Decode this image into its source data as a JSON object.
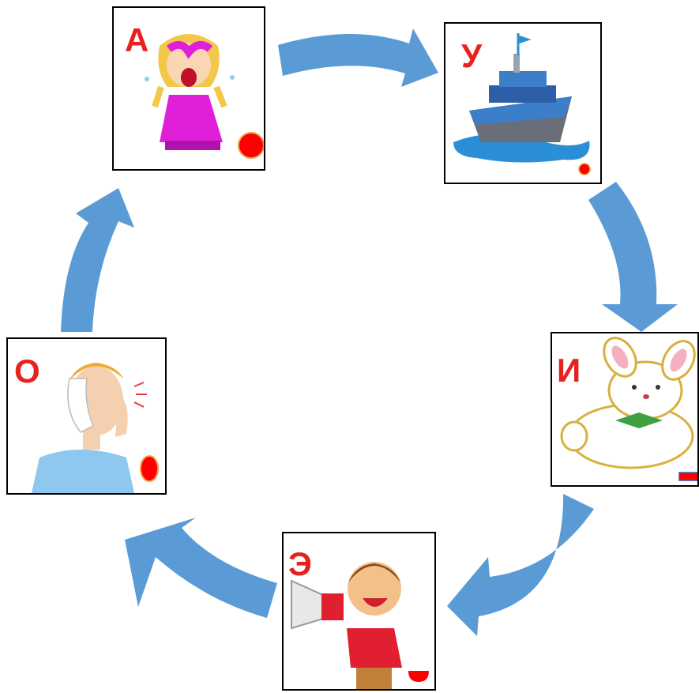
{
  "letters": {
    "a": "А",
    "u": "У",
    "i": "И",
    "e": "Э",
    "o": "О"
  },
  "colors": {
    "letter": "#e8201e",
    "arrow": "#5b9bd5",
    "mouth_shape": "#ff0000",
    "card_border": "#000000"
  },
  "icons": {
    "a": "crying-girl-icon",
    "u": "ship-icon",
    "i": "bunny-icon",
    "e": "boy-megaphone-icon",
    "o": "toothache-man-icon"
  }
}
